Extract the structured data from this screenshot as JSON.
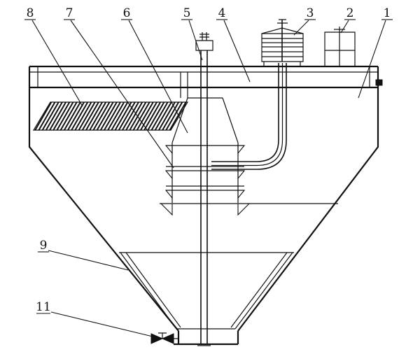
{
  "figure": {
    "background": "#ffffff",
    "line_color": "#111111",
    "callouts": [
      {
        "id": "8",
        "text": "8"
      },
      {
        "id": "7",
        "text": "7"
      },
      {
        "id": "6",
        "text": "6"
      },
      {
        "id": "5",
        "text": "5"
      },
      {
        "id": "4",
        "text": "4"
      },
      {
        "id": "3",
        "text": "3"
      },
      {
        "id": "2",
        "text": "2"
      },
      {
        "id": "1",
        "text": "1"
      },
      {
        "id": "9",
        "text": "9"
      },
      {
        "id": "11",
        "text": "11"
      }
    ]
  }
}
